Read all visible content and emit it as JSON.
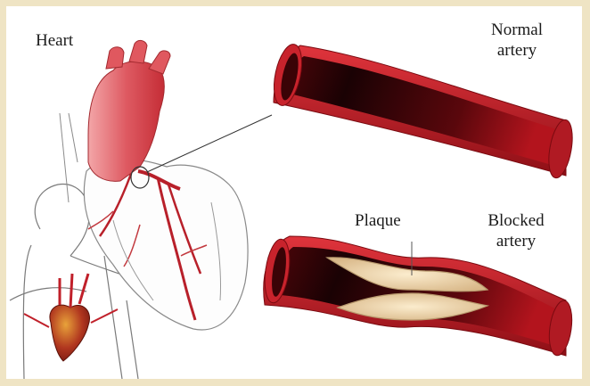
{
  "labels": {
    "heart": "Heart",
    "normal_line1": "Normal",
    "normal_line2": "artery",
    "plaque": "Plaque",
    "blocked_line1": "Blocked",
    "blocked_line2": "artery"
  },
  "colors": {
    "frame": "#efe4c4",
    "background": "#ffffff",
    "artery_wall": "#c8232c",
    "artery_wall_dark": "#8e0f16",
    "lumen_dark": "#1a0204",
    "plaque": "#f4dcb2",
    "plaque_edge": "#b89a6e",
    "outline": "#6f6f6f"
  }
}
